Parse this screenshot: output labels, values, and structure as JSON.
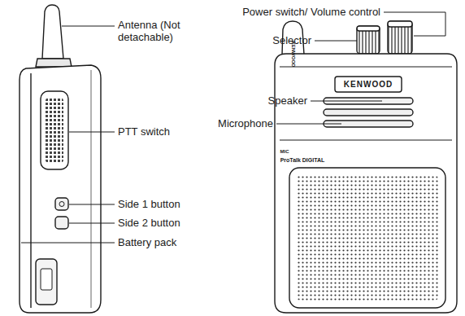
{
  "diagram": {
    "labels": [
      "Antenna (Not detachable)",
      "PTT switch",
      "Side 1 button",
      "Side 2 button",
      "Battery pack",
      "Power switch/ Volume control",
      "Selector",
      "Speaker",
      "Microphone",
      "KENWOOD",
      "KENWOOD",
      "MIC",
      "ProTalk DIGITAL"
    ]
  }
}
